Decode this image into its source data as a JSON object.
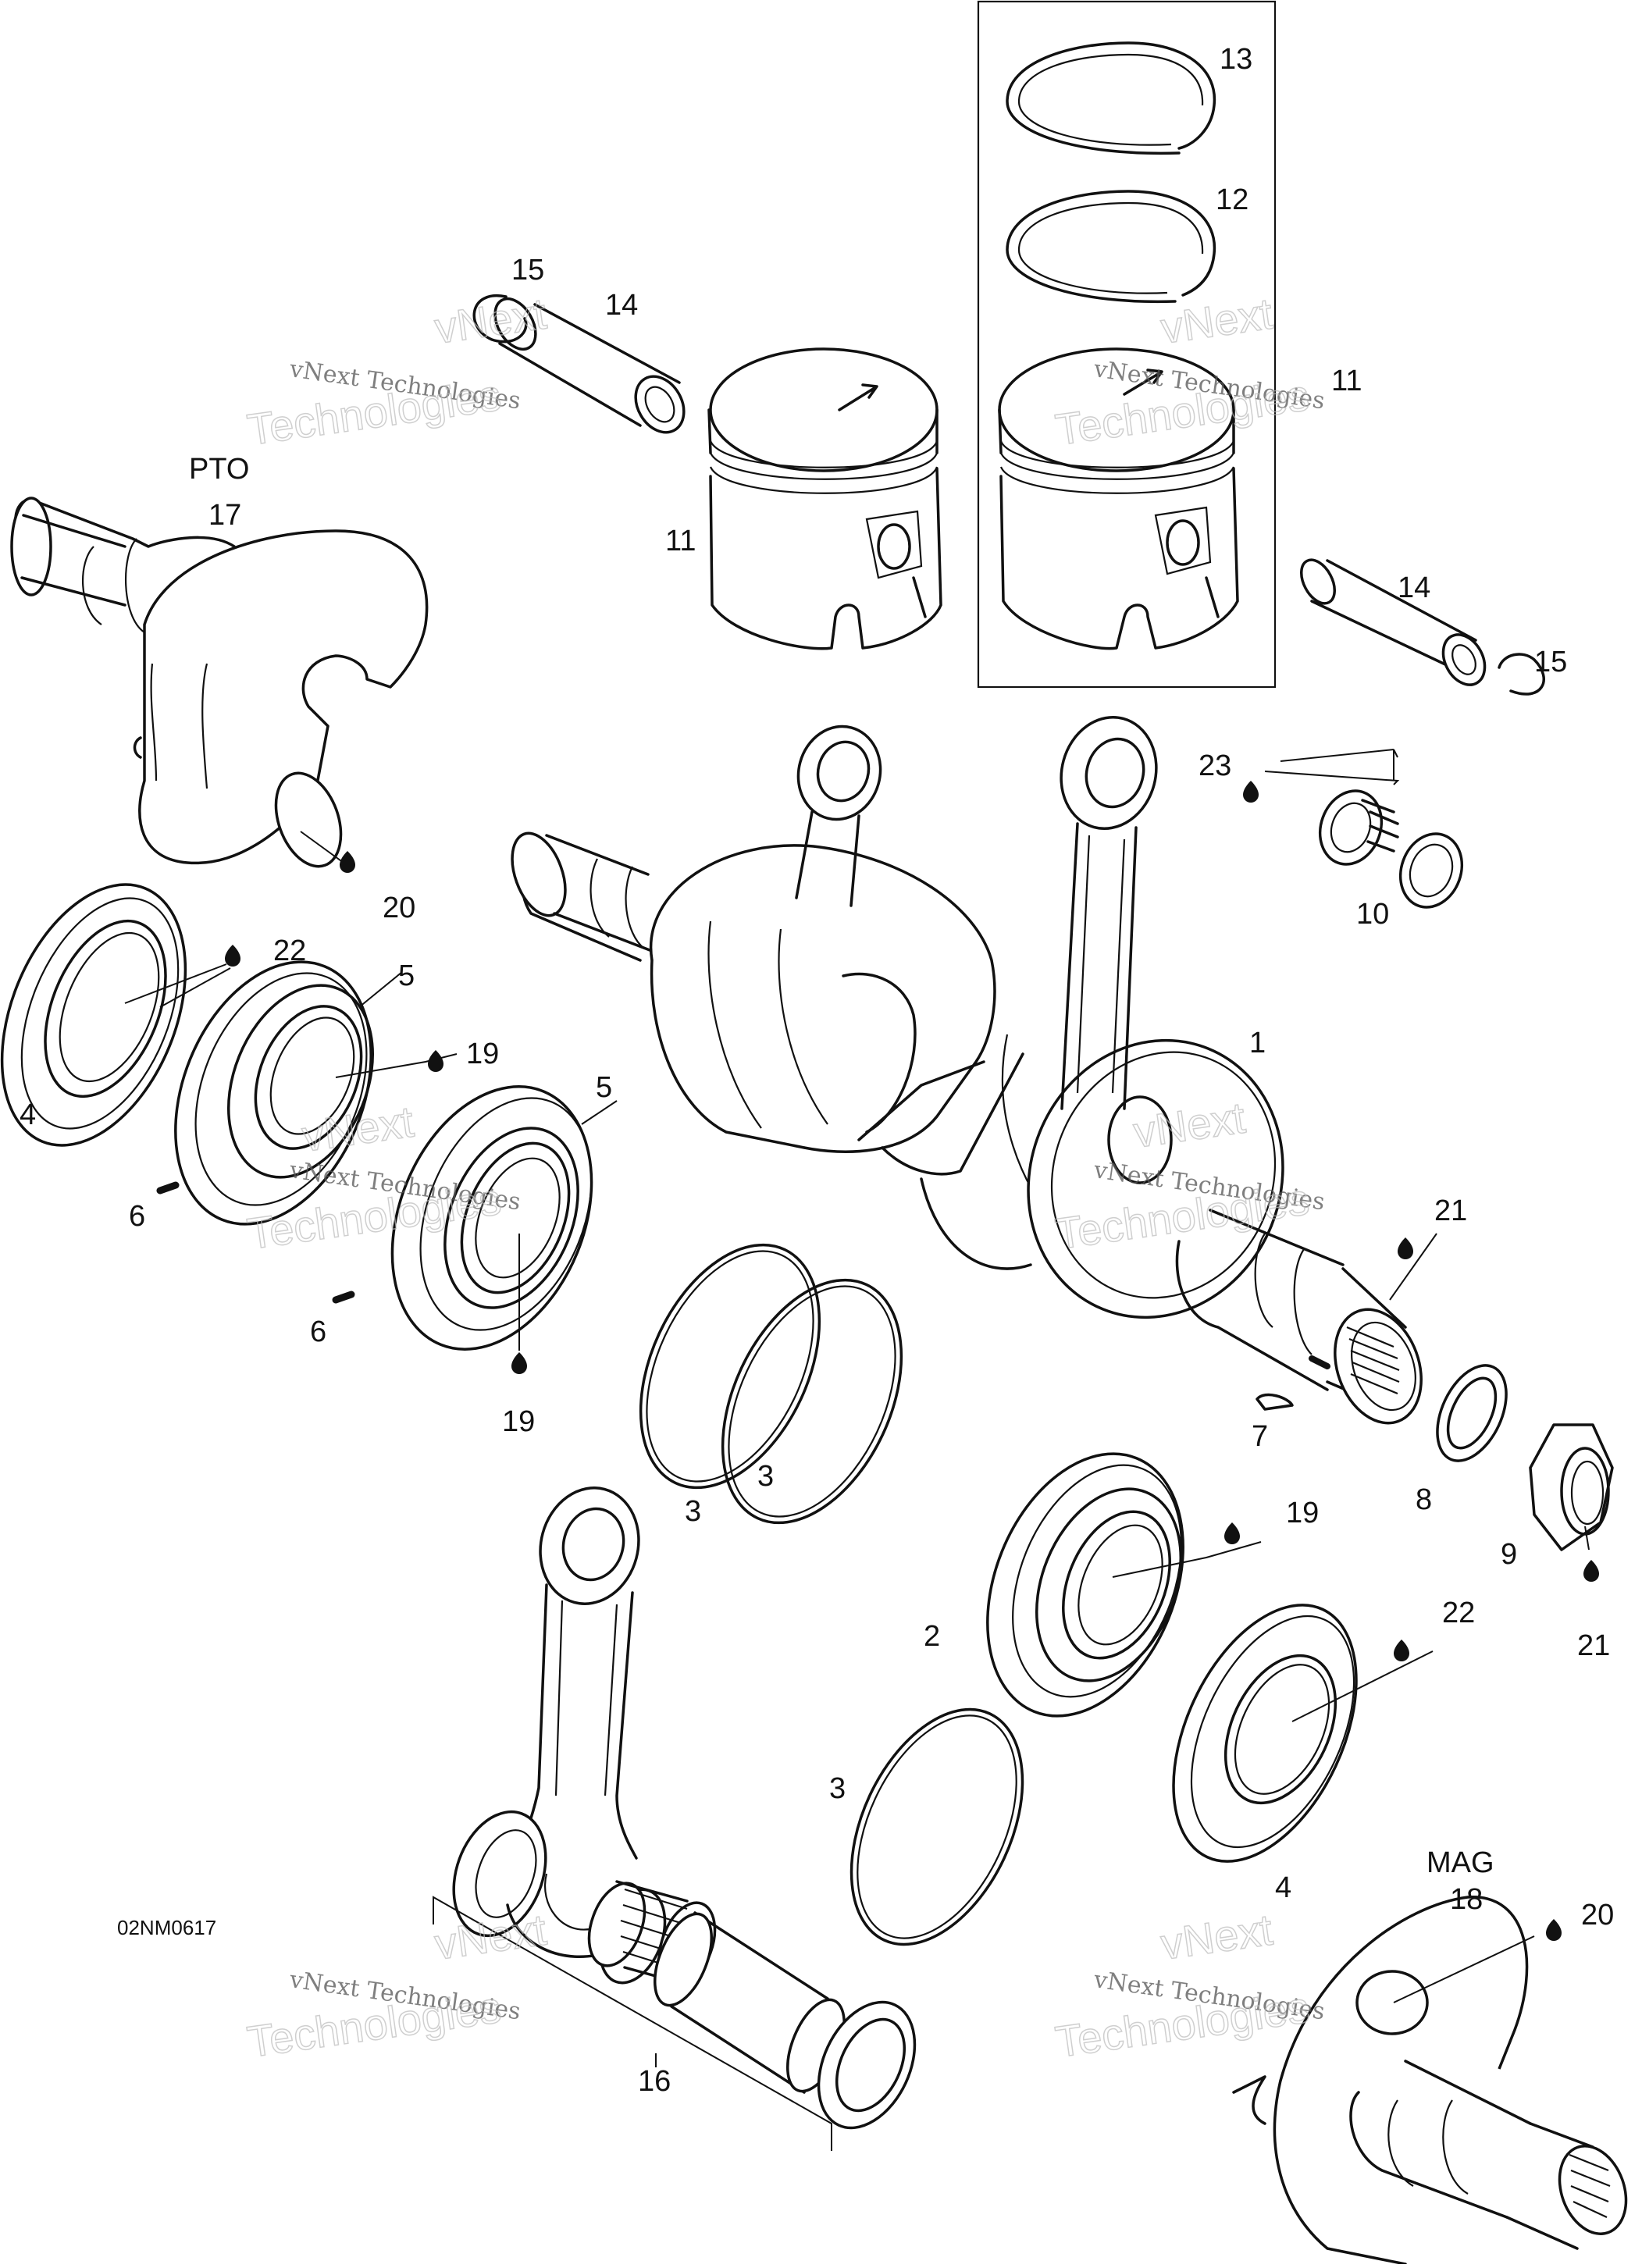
{
  "diagram": {
    "sections": {
      "pto": "PTO",
      "mag": "MAG"
    },
    "figure_code": "02NM0617",
    "watermark": {
      "line1": "vNext Technologies",
      "line2": "Technologies",
      "line0": "vNext"
    },
    "callouts": {
      "c13": "13",
      "c12": "12",
      "c15a": "15",
      "c14a": "14",
      "c11a": "11",
      "c11b": "11",
      "c17": "17",
      "c14b": "14",
      "c15b": "15",
      "c23": "23",
      "c10": "10",
      "c20a": "20",
      "c22a": "22",
      "c5a": "5",
      "c19a": "19",
      "c5b": "5",
      "c1": "1",
      "c4a": "4",
      "c6a": "6",
      "c6b": "6",
      "c19b": "19",
      "c21a": "21",
      "c7": "7",
      "c3a": "3",
      "c3b": "3",
      "c8": "8",
      "c9": "9",
      "c19c": "19",
      "c2": "2",
      "c22b": "22",
      "c21b": "21",
      "c3c": "3",
      "c4b": "4",
      "c18": "18",
      "c20b": "20",
      "c16": "16"
    }
  }
}
